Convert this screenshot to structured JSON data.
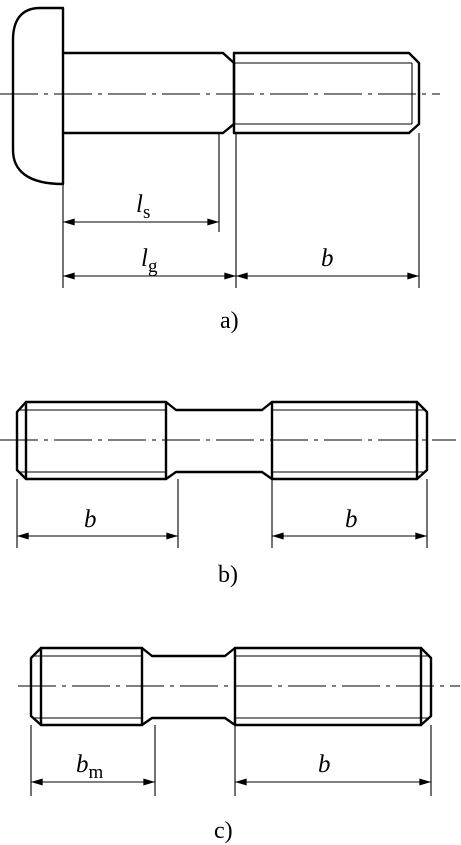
{
  "figures": {
    "a": {
      "caption": "a)",
      "ls": {
        "symbol": "l",
        "subscript": "s"
      },
      "lg": {
        "symbol": "l",
        "subscript": "g"
      },
      "b": {
        "symbol": "b"
      }
    },
    "b": {
      "caption": "b)",
      "b_left": {
        "symbol": "b"
      },
      "b_right": {
        "symbol": "b"
      }
    },
    "c": {
      "caption": "c)",
      "bm": {
        "symbol": "b",
        "subscript": "m"
      },
      "b": {
        "symbol": "b"
      }
    }
  }
}
